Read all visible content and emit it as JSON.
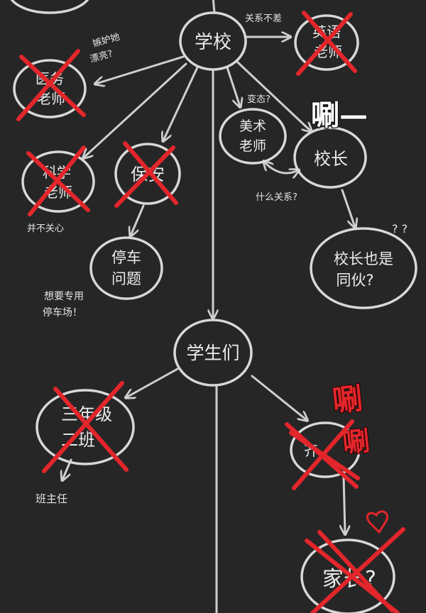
{
  "nodes": {
    "school": "学校",
    "english_teacher_1": "英语",
    "english_teacher_2": "老师",
    "doctor_teacher_1": "医务",
    "doctor_teacher_2": "老师",
    "art_teacher_1": "美术",
    "art_teacher_2": "老师",
    "principal": "校长",
    "science_teacher_1": "科学",
    "science_teacher_2": "老师",
    "security": "保安",
    "parking_1": "停车",
    "parking_2": "问题",
    "principal_too_1": "校长也是",
    "principal_too_2": "同伙?",
    "students": "学生们",
    "class_1": "三年级",
    "class_2": "二班",
    "qi": "齐",
    "parents": "家长?"
  },
  "notes": {
    "relation_bad": "关系不差",
    "jealous_1": "嫉妒她",
    "jealous_2": "漂亮?",
    "pervert": "变态?",
    "what_relation": "什么关系?",
    "not_care": "并不关心",
    "want_parking_1": "想要专用",
    "want_parking_2": "停车场！",
    "head_teacher": "班主任",
    "question_marks": "? ?"
  },
  "sfx": {
    "swish": "唰—",
    "swish_red_1": "唰",
    "swish_red_2": "唰"
  },
  "colors": {
    "background": "#262626",
    "chalk": "#d8d8d8",
    "cross_red": "#e2262b"
  }
}
